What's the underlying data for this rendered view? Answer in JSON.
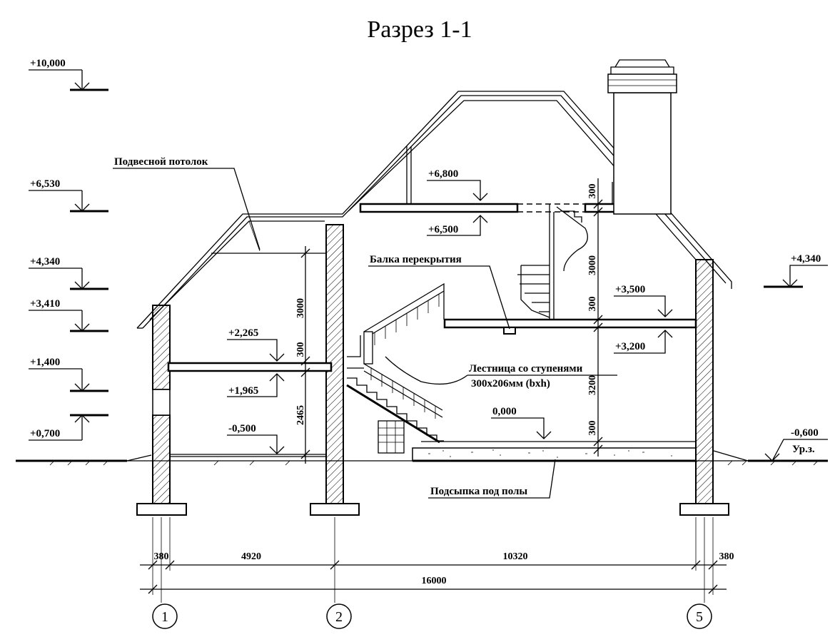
{
  "title": "Разрез 1-1",
  "levels_left": [
    "+10,000",
    "+6,530",
    "+4,340",
    "+3,410",
    "+1,400",
    "+0,700"
  ],
  "levels_inner": {
    "l6800": "+6,800",
    "l6500": "+6,500",
    "l2265": "+2,265",
    "l1965": "+1,965",
    "l_0500": "-0,500",
    "l3500": "+3,500",
    "l3200": "+3,200",
    "l0000": "0,000"
  },
  "levels_right": {
    "l4340": "+4,340",
    "l_0600": "-0,600",
    "ground": "Ур.з."
  },
  "notes": {
    "ceiling": "Подвесной потолок",
    "beam": "Балка перекрытия",
    "stair1": "Лестница со ступенями",
    "stair2": "300x206мм (bxh)",
    "fill": "Подсыпка под полы"
  },
  "vertical_dims": {
    "left": [
      "3000",
      "300",
      "2465"
    ],
    "right": [
      "300",
      "3000",
      "300",
      "3200",
      "300"
    ]
  },
  "horizontal_dims": {
    "row1": [
      "380",
      "4920",
      "10320",
      "380"
    ],
    "total": "16000"
  },
  "axes": [
    "1",
    "2",
    "5"
  ]
}
